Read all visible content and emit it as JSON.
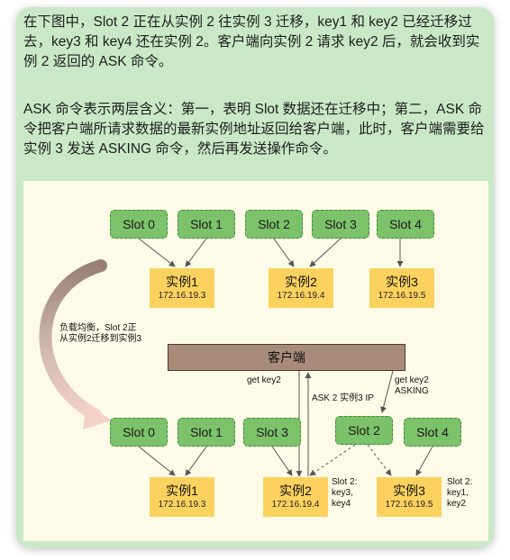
{
  "text": {
    "paragraph1": "在下图中，Slot 2 正在从实例 2 往实例 3 迁移，key1 和 key2 已经迁移过去，key3 和 key4 还在实例 2。客户端向实例 2 请求 key2 后，就会收到实例 2 返回的 ASK 命令。",
    "paragraph2": "ASK 命令表示两层含义：第一，表明 Slot 数据还在迁移中；第二，ASK 命令把客户端所请求数据的最新实例地址返回给客户端，此时，客户端需要给实例 3 发送 ASKING 命令，然后再发送操作命令。"
  },
  "diagram": {
    "top": {
      "slots": [
        "Slot 0",
        "Slot 1",
        "Slot 2",
        "Slot 3",
        "Slot 4"
      ],
      "instances": [
        {
          "name": "实例1",
          "ip": "172.16.19.3"
        },
        {
          "name": "实例2",
          "ip": "172.16.19.4"
        },
        {
          "name": "实例3",
          "ip": "172.16.19.5"
        }
      ]
    },
    "side_note": [
      "负载均衡，Slot 2正",
      "从实例2迁移到实例3"
    ],
    "client": "客户端",
    "labels": {
      "get_key2": "get  key2",
      "ask": "ASK 2 实例3 IP",
      "get_key2_asking": [
        "get key2",
        "ASKING"
      ]
    },
    "bottom": {
      "slots": [
        "Slot 0",
        "Slot 1",
        "Slot 3",
        "Slot 2",
        "Slot 4"
      ],
      "instances": [
        {
          "name": "实例1",
          "ip": "172.16.19.3"
        },
        {
          "name": "实例2",
          "ip": "172.16.19.4"
        },
        {
          "name": "实例3",
          "ip": "172.16.19.5"
        }
      ],
      "notes": {
        "instance2": [
          "Slot 2:",
          "key3,",
          "key4"
        ],
        "instance3": [
          "Slot 2:",
          "key1,",
          "key2"
        ]
      }
    },
    "colors": {
      "slot": "#7cc26a",
      "instance": "#fcd25e",
      "client": "#a98b79",
      "card": "#c9e9c6",
      "canvas": "#fdfbe7"
    }
  }
}
